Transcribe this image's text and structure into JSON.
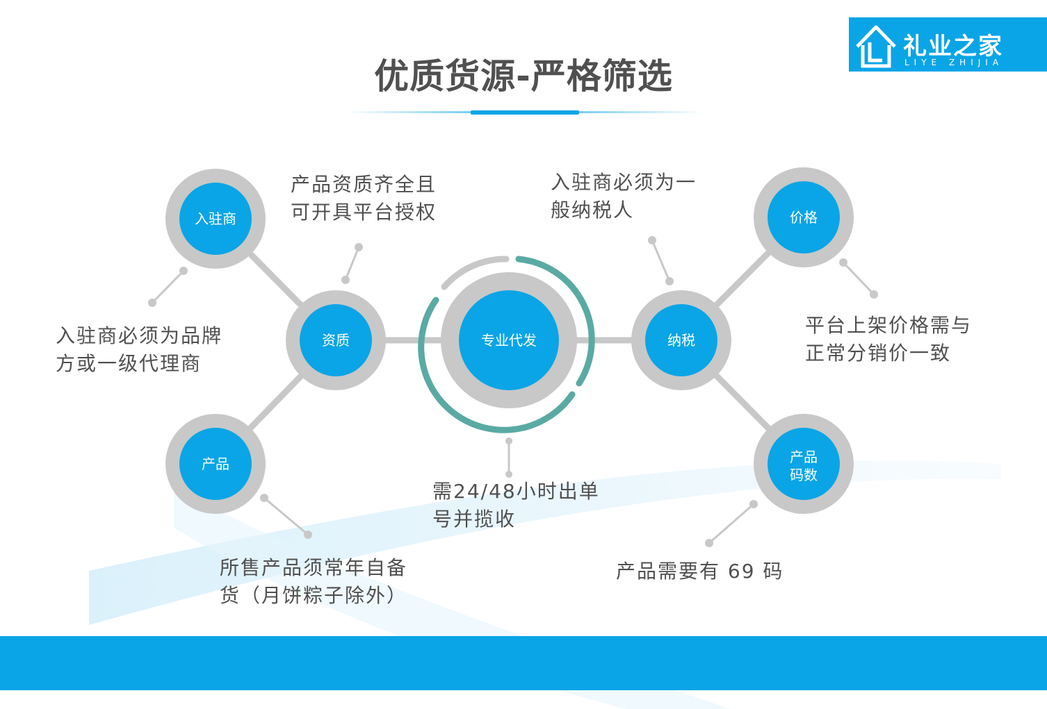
{
  "title": "优质货源-严格筛选",
  "logo": {
    "cn": "礼业之家",
    "en": "LIYE ZHIJIA",
    "icon": "house-icon"
  },
  "colors": {
    "accent_blue": "#0aa5e6",
    "ring_gray": "#c8c8c8",
    "ring_teal": "#5aaaa4",
    "text_gray": "#505050"
  },
  "center": {
    "label": "专业代发"
  },
  "nodes": {
    "ruzhushang": "入驻商",
    "zizhi": "资质",
    "chanpin": "产品",
    "nashui": "纳税",
    "jiage": "价格",
    "mashu": [
      "产品",
      "码数"
    ]
  },
  "descriptions": {
    "ruzhushang": [
      "入驻商必须为品牌",
      "方或一级代理商"
    ],
    "zizhi": [
      "产品资质齐全且",
      "可开具平台授权"
    ],
    "chanpin": [
      "所售产品须常年自备",
      "货（月饼粽子除外）"
    ],
    "center": [
      "需24/48小时出单",
      "号并揽收"
    ],
    "nashui": [
      "入驻商必须为一",
      "般纳税人"
    ],
    "jiage": [
      "平台上架价格需与",
      "正常分销价一致"
    ],
    "mashu": [
      "产品需要有 69 码"
    ]
  }
}
